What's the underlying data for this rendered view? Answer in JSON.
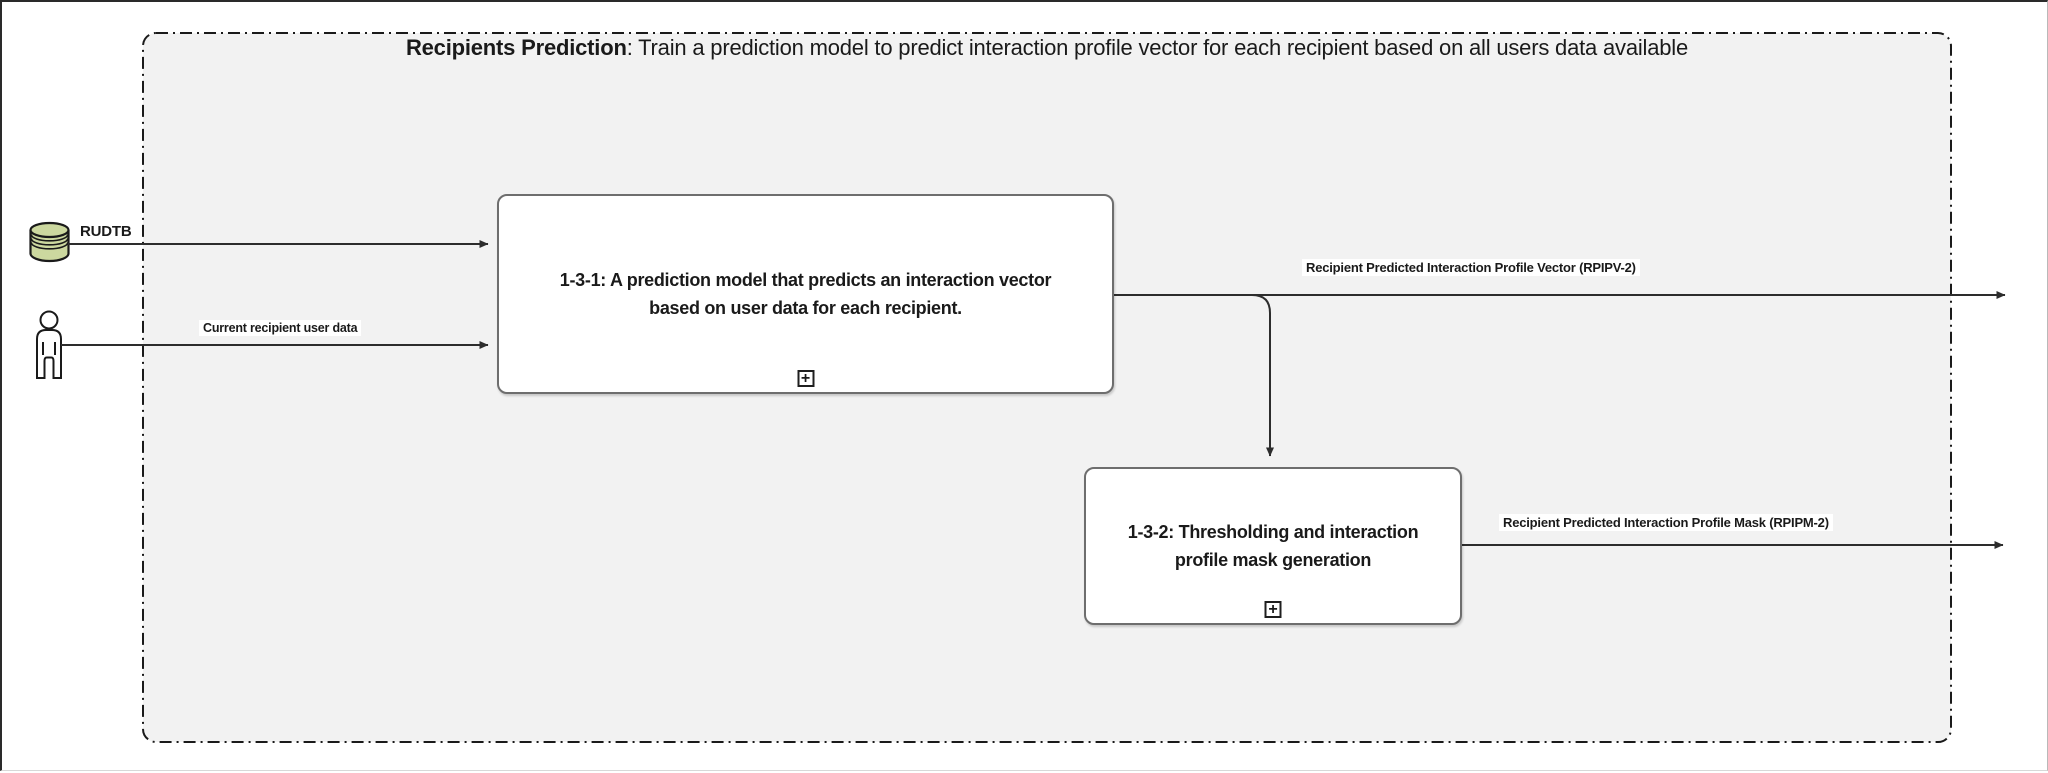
{
  "diagram": {
    "title": {
      "bold": "Recipients Prediction",
      "rest": ": Train a prediction model to predict interaction profile vector for each recipient based on all users data available"
    },
    "sources": {
      "database": {
        "label": "RUDTB"
      },
      "user": {
        "arrow_label": "Current recipient user data"
      }
    },
    "processes": [
      {
        "id": "1-3-1",
        "text_line1": "1-3-1: A prediction model that predicts an interaction vector",
        "text_line2": "based on user data for each recipient.",
        "expand": "+"
      },
      {
        "id": "1-3-2",
        "text_line1": "1-3-2: Thresholding and interaction",
        "text_line2": "profile mask generation",
        "expand": "+"
      }
    ],
    "outputs": [
      {
        "label": "Recipient Predicted Interaction Profile Vector (RPIPV-2)"
      },
      {
        "label": "Recipient Predicted Interaction Profile Mask (RPIPM-2)"
      }
    ],
    "colors": {
      "container_fill": "#f2f2f2",
      "database_fill": "#ccd89f",
      "line": "#2d2d2d",
      "box_border": "#6e6e6e"
    }
  }
}
